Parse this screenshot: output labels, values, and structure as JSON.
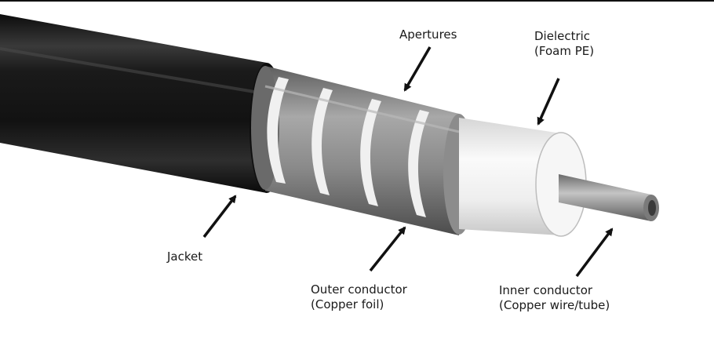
{
  "labels": {
    "apertures": {
      "line1": "Apertures"
    },
    "dielectric": {
      "line1": "Dielectric",
      "line2": "(Foam PE)"
    },
    "jacket": {
      "line1": "Jacket"
    },
    "outer_conductor": {
      "line1": "Outer conductor",
      "line2": "(Copper foil)"
    },
    "inner_conductor": {
      "line1": "Inner conductor",
      "line2": "(Copper wire/tube)"
    }
  },
  "colors": {
    "jacket": "#1b1b1b",
    "outer_conductor": "#8a8a8a",
    "aperture_slots": "#f0f0f0",
    "dielectric": "#f4f4f4",
    "inner_conductor": "#9a9a9a",
    "arrows": "#111111"
  }
}
